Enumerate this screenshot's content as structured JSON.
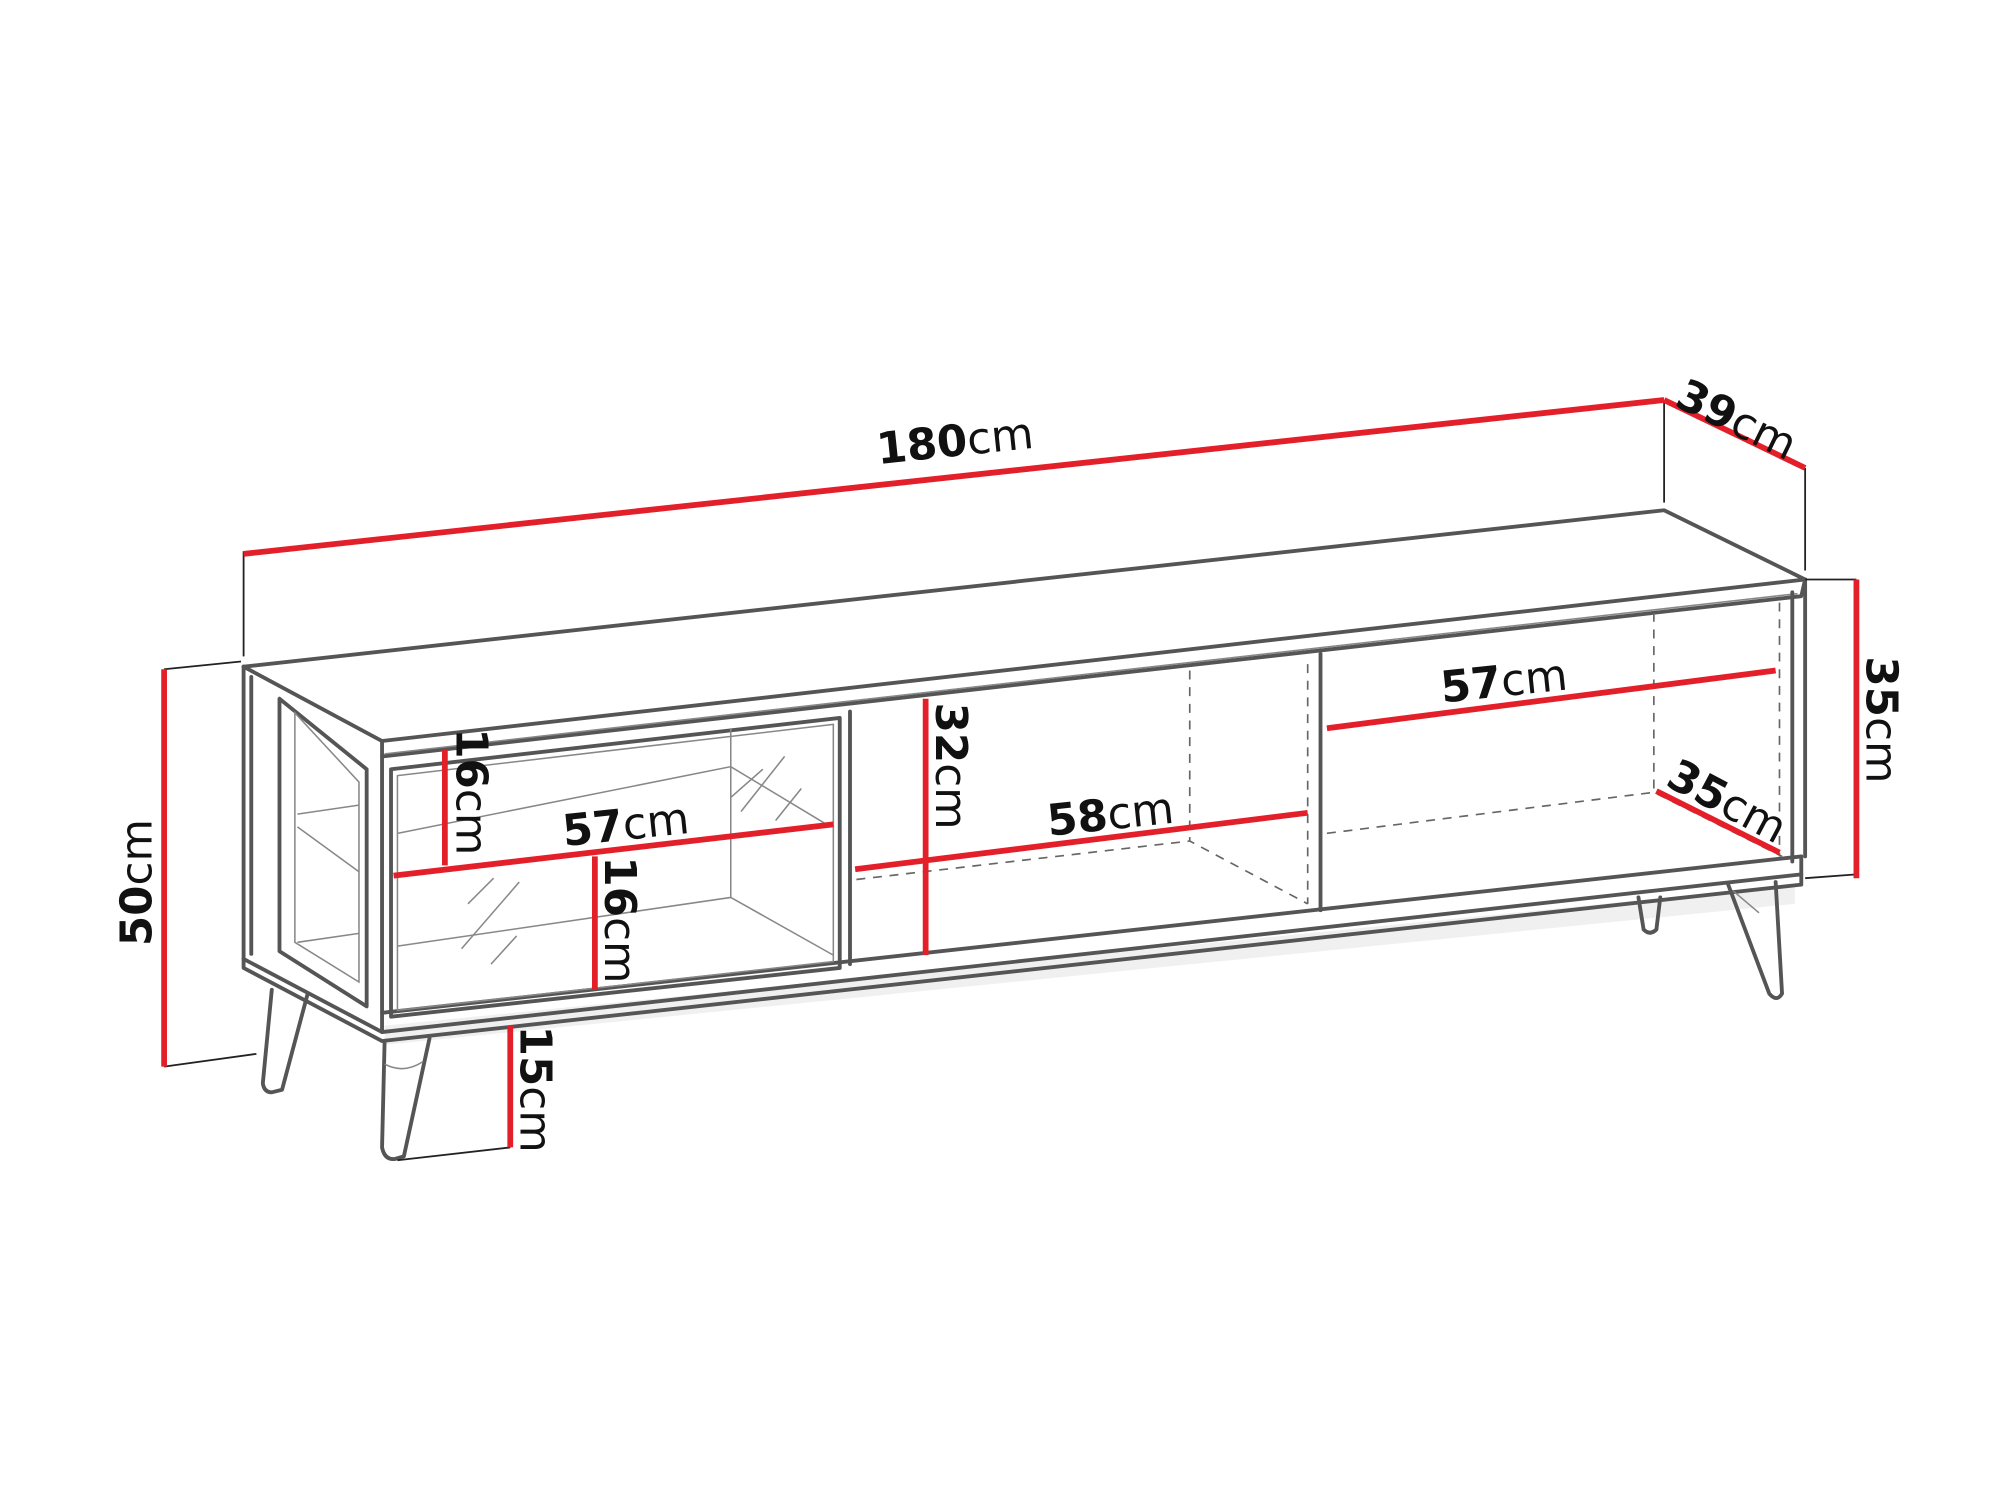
{
  "diagram": {
    "title": "TV stand technical dimensions",
    "accent_color": "#e3202a",
    "line_color": "#555555",
    "unit": "cm",
    "dimensions": {
      "overall_width": {
        "value": "180",
        "unit": "cm"
      },
      "overall_depth": {
        "value": "39",
        "unit": "cm"
      },
      "overall_height": {
        "value": "50",
        "unit": "cm"
      },
      "body_height": {
        "value": "35",
        "unit": "cm"
      },
      "leg_height": {
        "value": "15",
        "unit": "cm"
      },
      "left_compartment_width": {
        "value": "57",
        "unit": "cm"
      },
      "left_upper_shelf_height": {
        "value": "16",
        "unit": "cm"
      },
      "left_lower_shelf_height": {
        "value": "16",
        "unit": "cm"
      },
      "middle_compartment_width": {
        "value": "58",
        "unit": "cm"
      },
      "middle_compartment_height": {
        "value": "32",
        "unit": "cm"
      },
      "right_compartment_width": {
        "value": "57",
        "unit": "cm"
      },
      "right_compartment_depth": {
        "value": "35",
        "unit": "cm"
      }
    }
  }
}
